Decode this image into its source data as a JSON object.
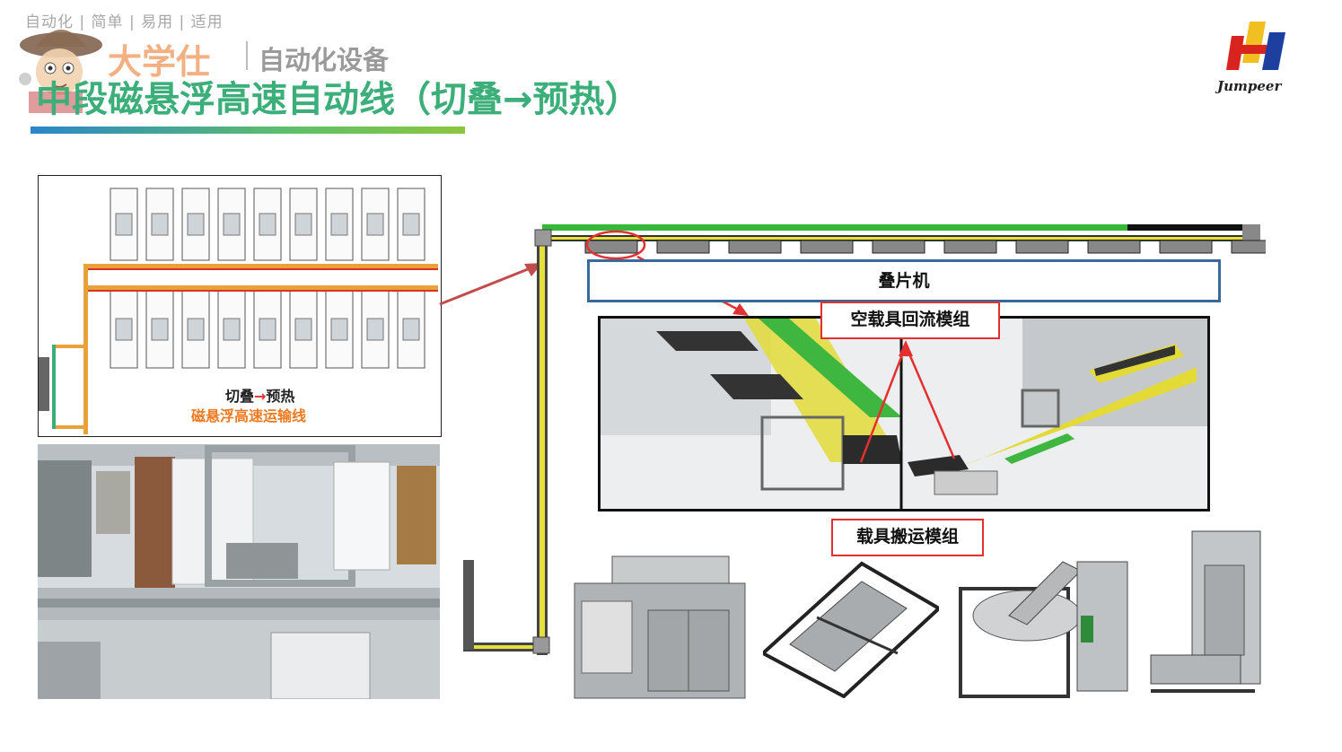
{
  "header": {
    "tagline": "自动化  |  简单 | 易用 |  适用",
    "brand_name": "大学仕",
    "brand_sub": "自动化设备",
    "title": "中段磁悬浮高速自动线（切叠→预热）",
    "logo_text": "Jumpeer"
  },
  "layout_diagram": {
    "caption_line1_a": "切叠",
    "caption_arrow": "→",
    "caption_line1_b": "预热",
    "caption_line2": "磁悬浮高速运输线"
  },
  "right_panel": {
    "stacker_label": "叠片机",
    "empty_carrier_label": "空载具回流模组",
    "carrier_transfer_label": "载具搬运模组"
  },
  "colors": {
    "title_green": "#3cae7a",
    "accent_red": "#e53030",
    "conveyor_green": "#35b83a",
    "conveyor_yellow": "#e7df3b",
    "stacker_border": "#3a6a9a"
  }
}
